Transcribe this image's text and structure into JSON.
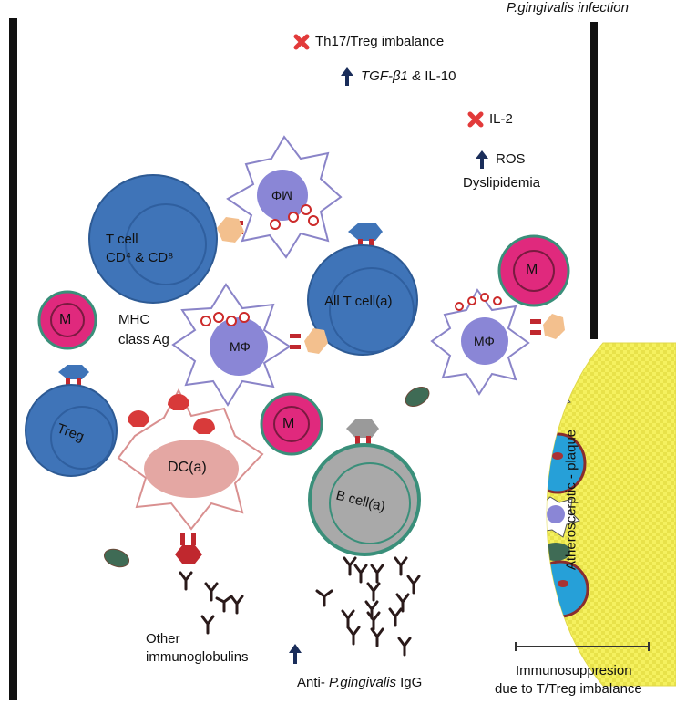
{
  "title": "P.gingivalis infection",
  "top_effects": {
    "th17_treg": "Th17/Treg imbalance",
    "tgf_italic": "TGF-β1 &",
    "il10": "IL-10",
    "il2": "IL-2",
    "ros": "ROS",
    "dyslipidemia": "Dyslipidemia"
  },
  "cells": {
    "t_cell_line1": "T      cell",
    "t_cell_line2": "CD⁴ & CD⁸",
    "macrophage": "MΦ",
    "m_label": "M",
    "mhc_line1": "MHC",
    "mhc_line2": "class Ag",
    "all_t_cell": "All T cell(a)",
    "treg": "Treg",
    "dc": "DC(a)",
    "b_cell": "B cell(a)"
  },
  "plaque_label": "Atheroscerptic - plaque",
  "bottom": {
    "other_ig_line1": "Other",
    "other_ig_line2": "immunoglobulins",
    "anti_prefix": "Anti- ",
    "anti_italic": "P.gingivalis",
    "anti_suffix": " IgG",
    "immuno_line1": "Immunosuppresion",
    "immuno_line2": "due to T/Treg imbalance"
  },
  "colors": {
    "tcell_blue": "#3f74b8",
    "macrophage_purple": "#7d7bd0",
    "mcell_pink": "#e0297d",
    "dc_pink": "#e4a7a3",
    "bcell_gray": "#a9a9a9",
    "plaque_yellow": "#f3ef5a",
    "cross_red": "#e23a3a",
    "arrow_navy": "#1a2d5a"
  }
}
